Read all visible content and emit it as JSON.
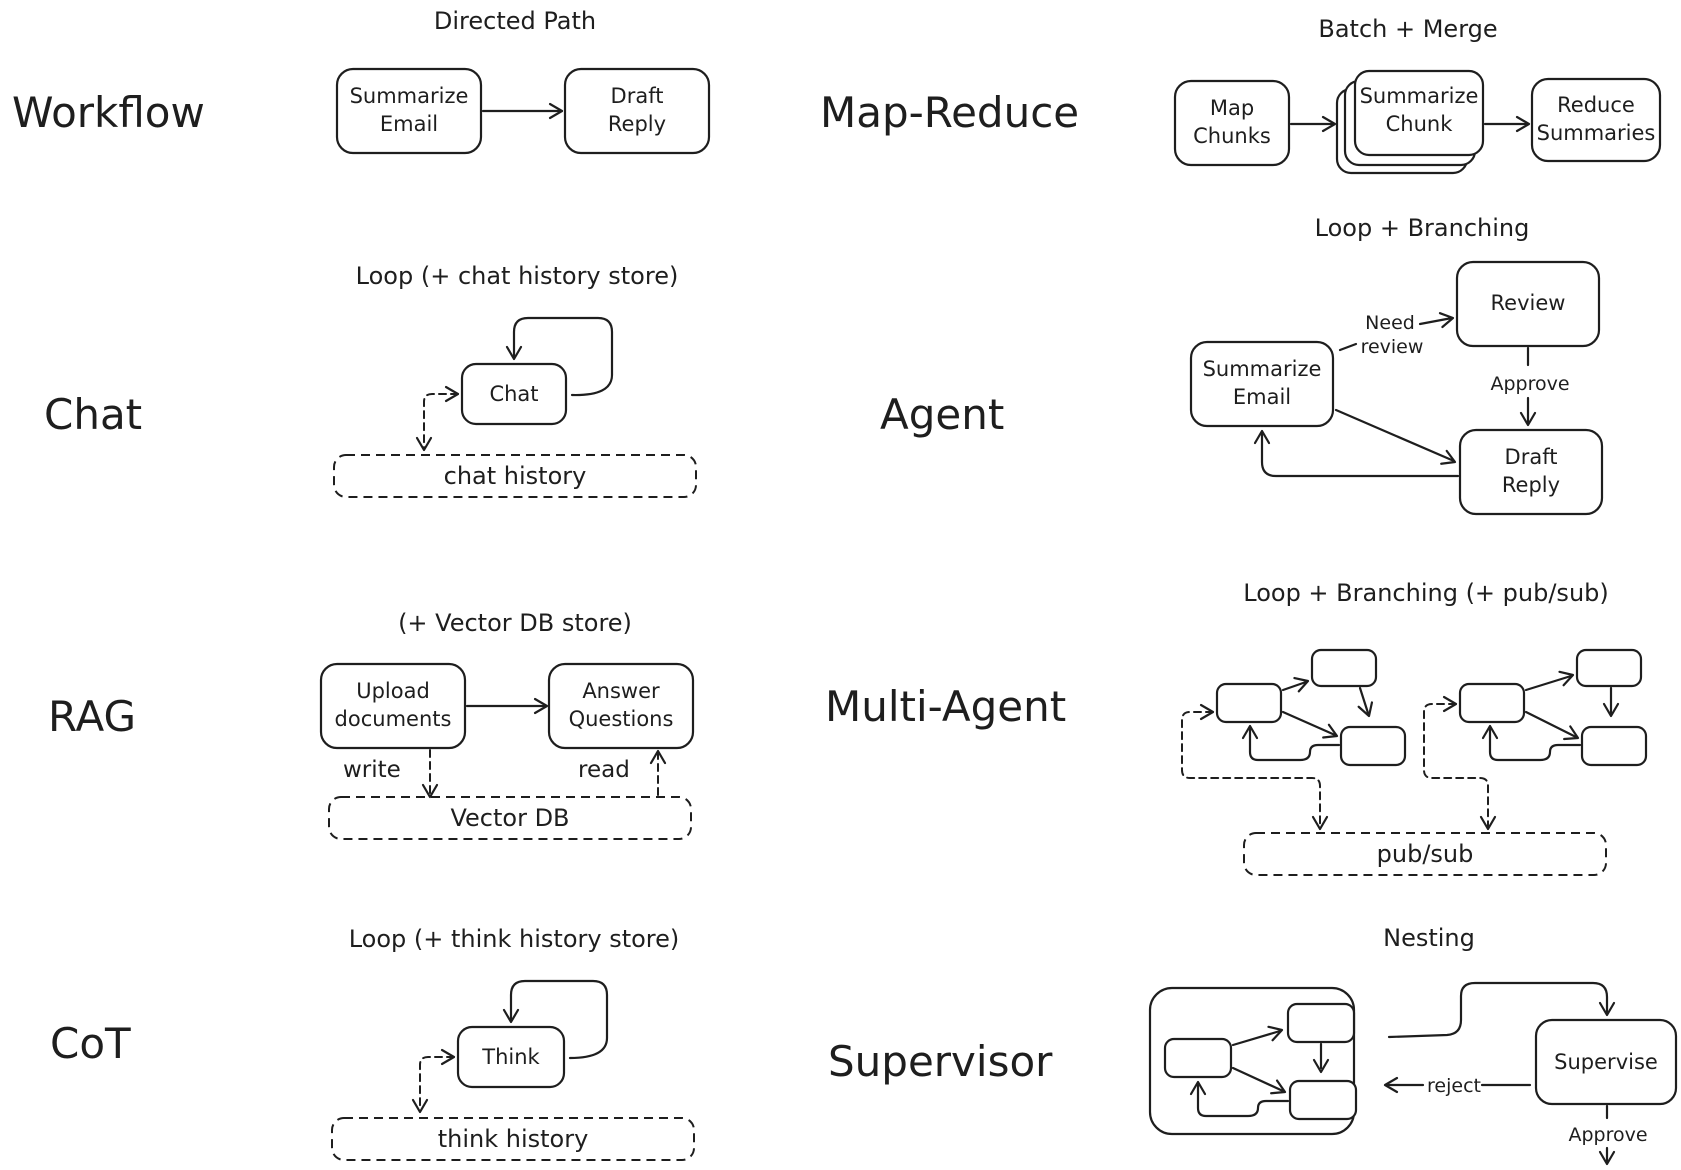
{
  "patterns": {
    "workflow": {
      "name": "Workflow",
      "caption": "Directed Path",
      "nodes": [
        "Summarize",
        "Email",
        "Draft",
        "Reply"
      ]
    },
    "chat": {
      "name": "Chat",
      "caption": "Loop (+ chat history store)",
      "node": "Chat",
      "store": "chat history"
    },
    "rag": {
      "name": "RAG",
      "caption": "(+ Vector DB store)",
      "upload": [
        "Upload",
        "documents"
      ],
      "answer": [
        "Answer",
        "Questions"
      ],
      "write": "write",
      "read": "read",
      "store": "Vector DB"
    },
    "cot": {
      "name": "CoT",
      "caption": "Loop (+ think history store)",
      "node": "Think",
      "store": "think history"
    },
    "mapreduce": {
      "name": "Map-Reduce",
      "caption": "Batch + Merge",
      "map": [
        "Map",
        "Chunks"
      ],
      "summarize": [
        "Summarize",
        "Chunk"
      ],
      "reduce": [
        "Reduce",
        "Summaries"
      ]
    },
    "agent": {
      "name": "Agent",
      "caption": "Loop + Branching",
      "summarize": [
        "Summarize",
        "Email"
      ],
      "review": "Review",
      "draft": [
        "Draft",
        "Reply"
      ],
      "need_review": [
        "Need",
        "review"
      ],
      "approve": "Approve"
    },
    "multiagent": {
      "name": "Multi-Agent",
      "caption": "Loop + Branching (+ pub/sub)",
      "store": "pub/sub"
    },
    "supervisor": {
      "name": "Supervisor",
      "caption": "Nesting",
      "supervise": "Supervise",
      "reject": "reject",
      "approve": "Approve"
    }
  }
}
